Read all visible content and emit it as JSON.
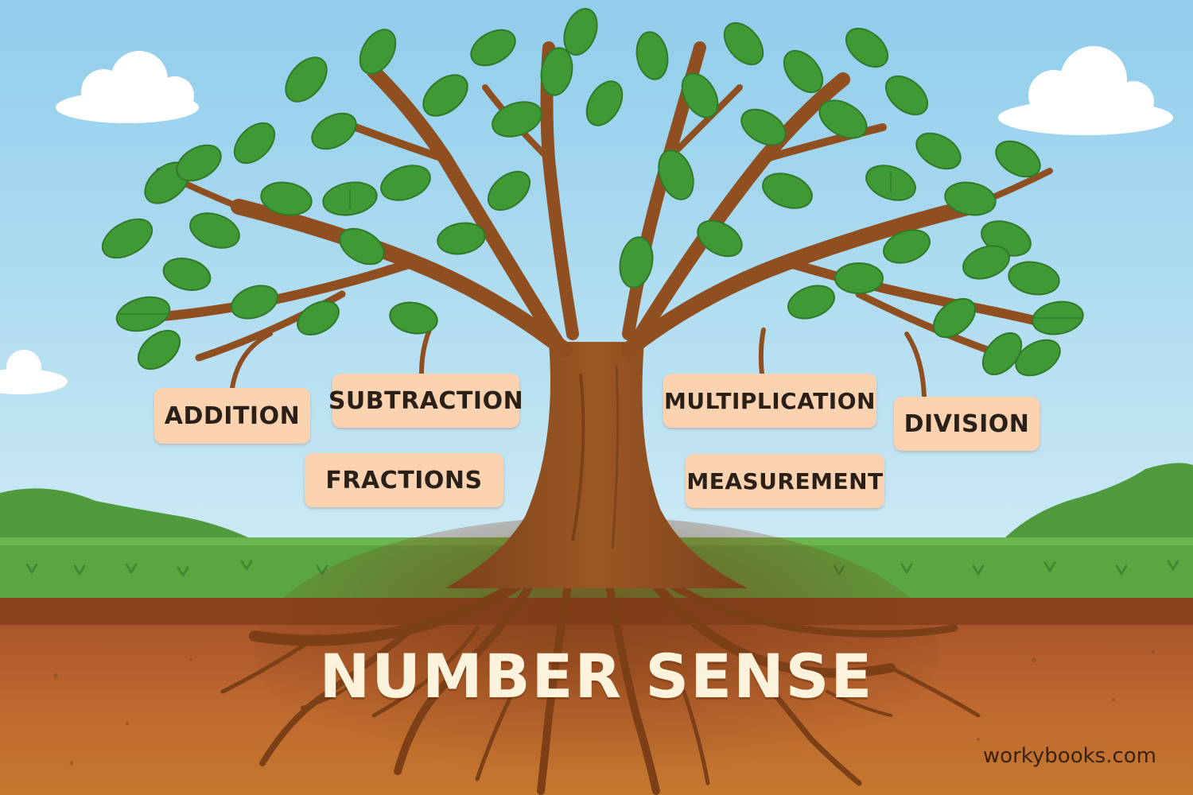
{
  "branches": [
    {
      "key": "addition",
      "label": "ADDITION"
    },
    {
      "key": "subtraction",
      "label": "SUBTRACTION"
    },
    {
      "key": "fractions",
      "label": "FRACTIONS"
    },
    {
      "key": "multiplication",
      "label": "MULTIPLICATION"
    },
    {
      "key": "measurement",
      "label": "MEASUREMENT"
    },
    {
      "key": "division",
      "label": "DIVISION"
    }
  ],
  "roots_label": "NUMBER SENSE",
  "watermark": "workybooks.com",
  "colors": {
    "sky": "#a9d8ef",
    "grass": "#5aa742",
    "soil": "#b5602b",
    "trunk": "#8f4f21",
    "leaf": "#3f9a35",
    "label_bg": "#fbd3b1",
    "title_text": "#fdf3dd"
  }
}
